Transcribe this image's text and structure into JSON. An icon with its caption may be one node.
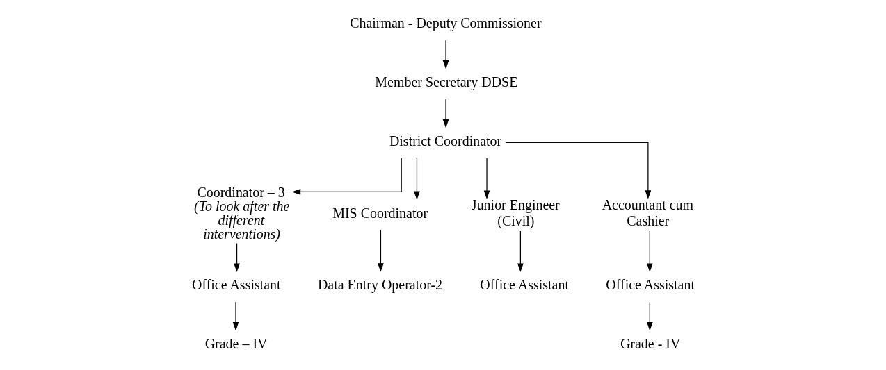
{
  "diagram": {
    "nodes": [
      {
        "text": [
          "Chairman - Deputy Commissioner"
        ]
      },
      {
        "text": [
          "Member Secretary DDSE"
        ]
      },
      {
        "text": [
          "District Coordinator"
        ]
      },
      {
        "text": [
          "Coordinator – 3",
          "(To look after the different interventions)"
        ]
      },
      {
        "text": [
          "MIS Coordinator"
        ]
      },
      {
        "text": [
          "Junior Engineer (Civil)"
        ]
      },
      {
        "text": [
          "Accountant cum Cashier"
        ]
      },
      {
        "text": [
          "Office Assistant"
        ]
      },
      {
        "text": [
          "Grade – IV"
        ]
      },
      {
        "text": [
          "Data Entry Operator-2"
        ]
      },
      {
        "text": [
          "Office Assistant"
        ]
      },
      {
        "text": [
          "Office Assistant"
        ]
      },
      {
        "text": [
          "Grade - IV"
        ]
      }
    ],
    "edges": [
      {
        "from": 0,
        "to": 1,
        "arrow": "to"
      },
      {
        "from": 1,
        "to": 2,
        "arrow": "to"
      },
      {
        "from": 2,
        "to": 3,
        "arrow": "to"
      },
      {
        "from": 2,
        "to": 4,
        "arrow": "to"
      },
      {
        "from": 2,
        "to": 5,
        "arrow": "to"
      },
      {
        "from": 2,
        "to": 6,
        "arrow": "to"
      },
      {
        "from": 3,
        "to": 7,
        "arrow": "to"
      },
      {
        "from": 7,
        "to": 8,
        "arrow": "to"
      },
      {
        "from": 4,
        "to": 9,
        "arrow": "to"
      },
      {
        "from": 5,
        "to": 10,
        "arrow": "to"
      },
      {
        "from": 6,
        "to": 11,
        "arrow": "to"
      },
      {
        "from": 11,
        "to": 12,
        "arrow": "to"
      }
    ]
  }
}
